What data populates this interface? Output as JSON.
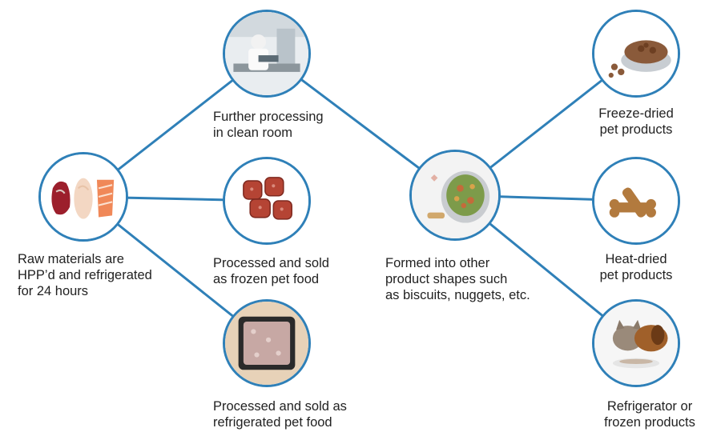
{
  "colors": {
    "connector": "#2f80b8",
    "text": "#222222"
  },
  "nodes": [
    {
      "id": "raw",
      "image": "raw-meats",
      "label": "Raw materials are\nHPP’d and refrigerated\nfor 24 hours"
    },
    {
      "id": "clean",
      "image": "clean-room-worker",
      "label": "Further processing\nin clean room"
    },
    {
      "id": "frozen",
      "image": "frozen-nuggets",
      "label": "Processed and sold\nas frozen pet food"
    },
    {
      "id": "refrig",
      "image": "refrigerated-tray",
      "label": "Processed and sold as\nrefrigerated pet food"
    },
    {
      "id": "formed",
      "image": "kibble-bowl",
      "label": "Formed into other\nproduct shapes such\nas biscuits, nuggets, etc."
    },
    {
      "id": "freeze",
      "image": "freeze-dried-bowl",
      "label": "Freeze-dried\npet products"
    },
    {
      "id": "heat",
      "image": "bone-biscuits",
      "label": "Heat-dried\npet products"
    },
    {
      "id": "fridge",
      "image": "cat-and-dog-eating",
      "label": "Refrigerator or\nfrozen products"
    }
  ],
  "edges": [
    [
      "raw",
      "clean"
    ],
    [
      "raw",
      "frozen"
    ],
    [
      "raw",
      "refrig"
    ],
    [
      "clean",
      "formed"
    ],
    [
      "formed",
      "freeze"
    ],
    [
      "formed",
      "heat"
    ],
    [
      "formed",
      "fridge"
    ]
  ]
}
